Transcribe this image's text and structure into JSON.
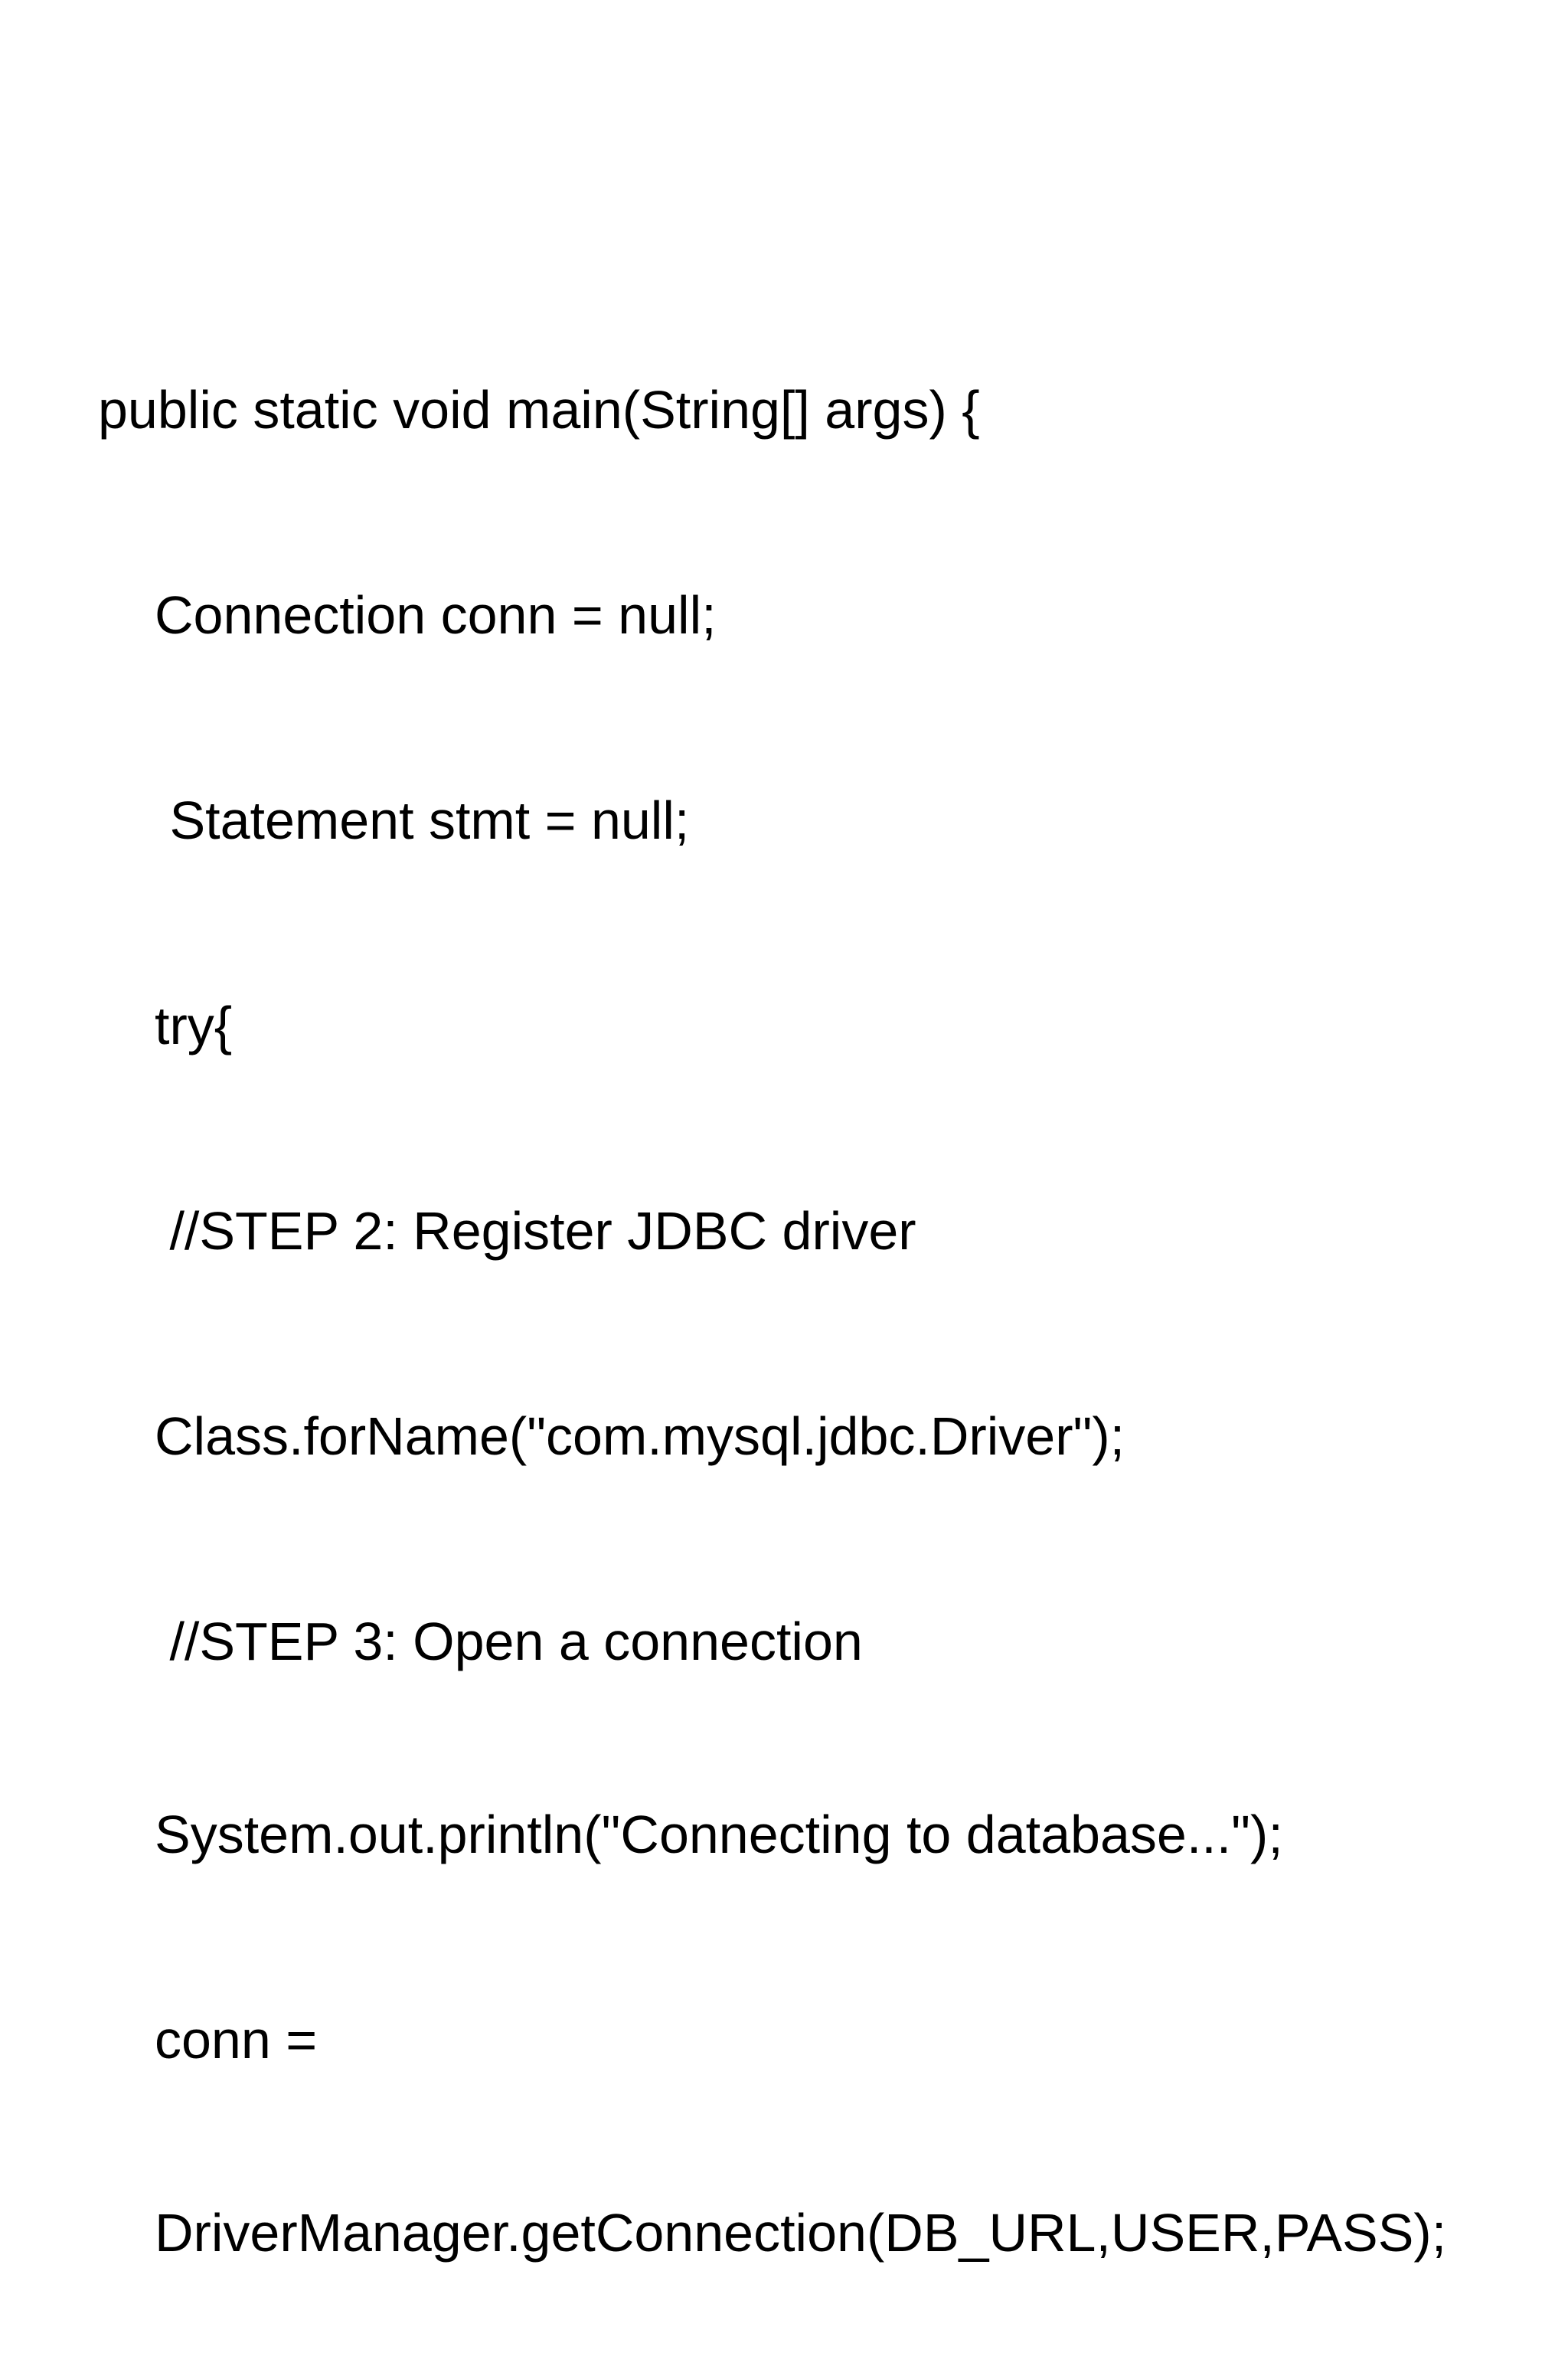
{
  "colors": {
    "background": "#ffffff",
    "text": "#000000"
  },
  "code": {
    "lines": [
      {
        "text": "public static void main(String[] args) {"
      },
      {
        "text": "Connection conn = null;"
      },
      {
        "text": " Statement stmt = null;"
      },
      {
        "text": "try{"
      },
      {
        "text": " //STEP 2: Register JDBC driver"
      },
      {
        "text": "Class.forName(\"com.mysql.jdbc.Driver\");"
      },
      {
        "text": " //STEP 3: Open a connection"
      },
      {
        "text": "System.out.println(\"Connecting to database...\");"
      },
      {
        "text": "conn ="
      },
      {
        "text": "DriverManager.getConnection(DB_URL,USER,PASS);"
      }
    ]
  }
}
